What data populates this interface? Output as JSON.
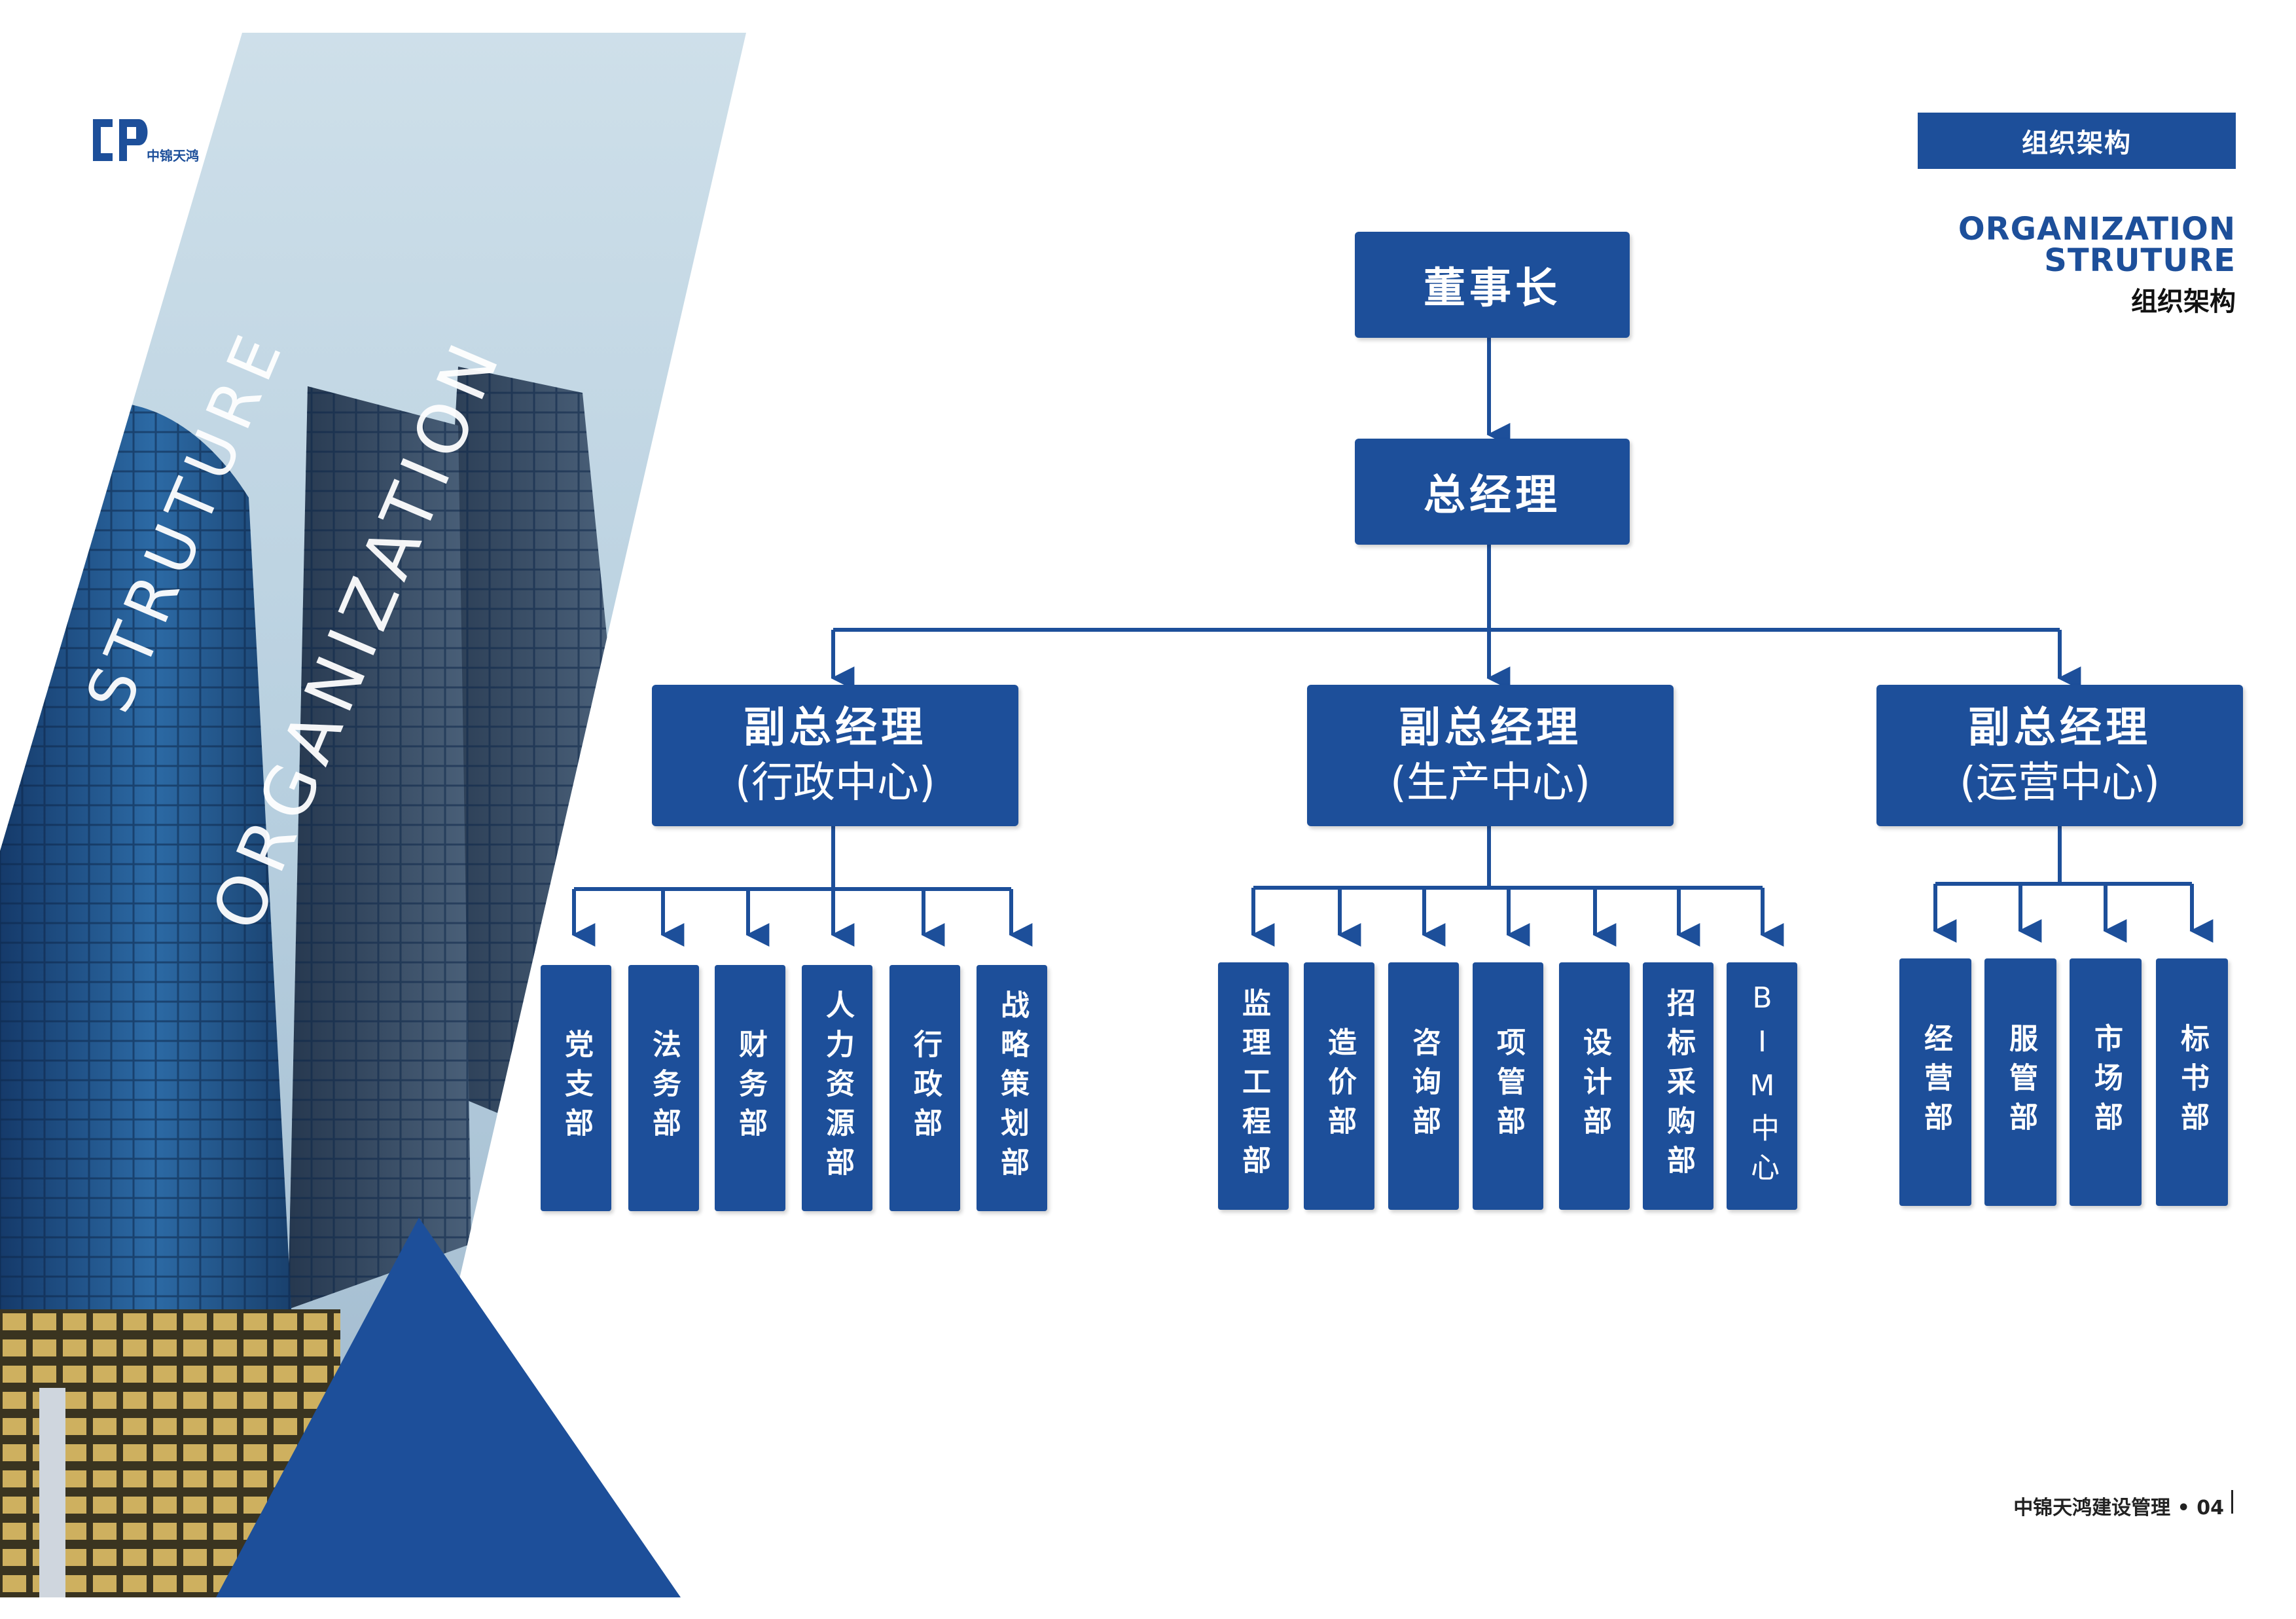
{
  "brand": {
    "logo_glyph": "cp",
    "logo_subtext": "中锦天鸿",
    "accent_color": "#1d4f9a"
  },
  "side_panel": {
    "line1": "STRUTURE",
    "line2": "ORGANIZATION"
  },
  "header": {
    "tag": "组织架构",
    "title_en_1": "ORGANIZATION",
    "title_en_2": "STRUTURE",
    "title_cn": "组织架构"
  },
  "org": {
    "chairman": "董事长",
    "general_manager": "总经理",
    "centers": [
      {
        "title": "副总经理",
        "subtitle": "(行政中心)",
        "departments": [
          "党支部",
          "法务部",
          "财务部",
          "人力资源部",
          "行政部",
          "战略策划部"
        ]
      },
      {
        "title": "副总经理",
        "subtitle": "(生产中心)",
        "departments": [
          "监理工程部",
          "造价部",
          "咨询部",
          "项管部",
          "设计部",
          "招标采购部",
          "BIM中心"
        ]
      },
      {
        "title": "副总经理",
        "subtitle": "(运营中心)",
        "departments": [
          "经营部",
          "服管部",
          "市场部",
          "标书部"
        ]
      }
    ]
  },
  "footer": {
    "text": "中锦天鸿建设管理 • 04"
  }
}
